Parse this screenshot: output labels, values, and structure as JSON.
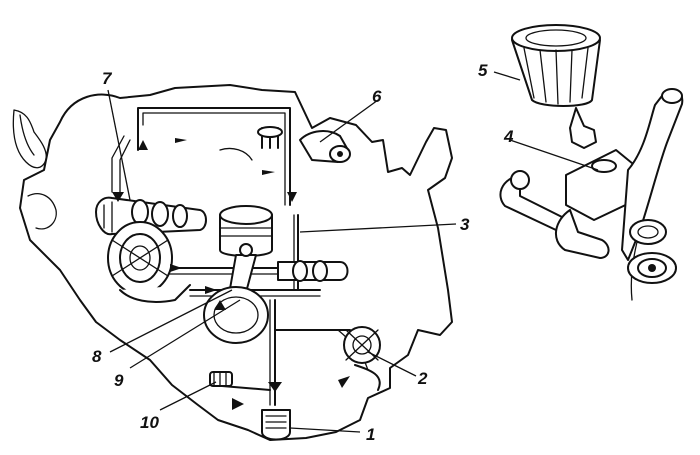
{
  "colors": {
    "ink": "#111111",
    "background": "#ffffff"
  },
  "icons": [
    "oil-filter-icon",
    "oil-cooler-icon",
    "oil-pump-icon",
    "pressure-switch-icon",
    "piston-icon",
    "crankshaft-icon",
    "camshaft-icon",
    "flow-arrow-icon"
  ],
  "callouts": {
    "c1": "1",
    "c2": "2",
    "c3": "3",
    "c4": "4",
    "c5": "5",
    "c6": "6",
    "c7": "7",
    "c8": "8",
    "c9": "9",
    "c10": "10"
  }
}
